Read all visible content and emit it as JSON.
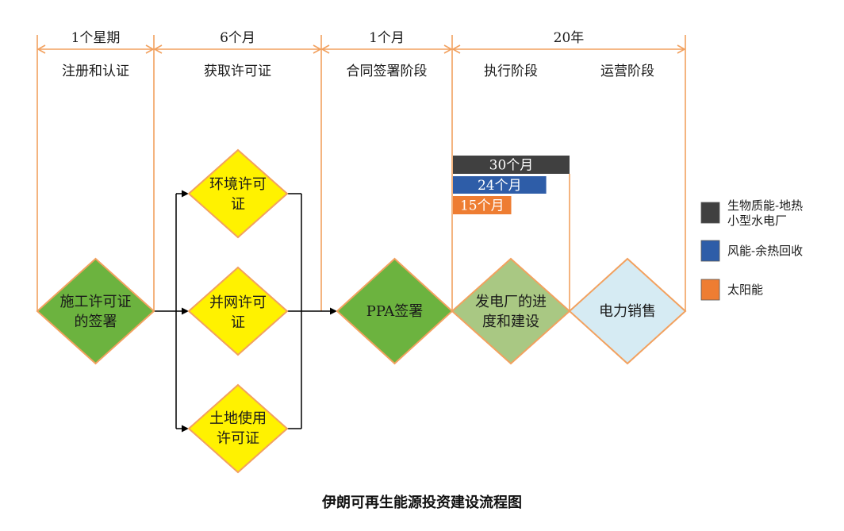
{
  "timeline": {
    "durations": [
      {
        "label": "1个星期"
      },
      {
        "label": "6个月"
      },
      {
        "label": "1个月"
      },
      {
        "label": "20年"
      }
    ],
    "phases": [
      {
        "label": "注册和认证"
      },
      {
        "label": "获取许可证"
      },
      {
        "label": "合同签署阶段"
      },
      {
        "label": "执行阶段"
      },
      {
        "label": "运营阶段"
      }
    ]
  },
  "nodes": {
    "construction_permit": {
      "lines": [
        "施工许可证",
        "的签署"
      ],
      "color": "#6cb33f"
    },
    "environment_permit": {
      "lines": [
        "环境许可",
        "证"
      ],
      "color": "#fff200"
    },
    "grid_permit": {
      "lines": [
        "并网许可",
        "证"
      ],
      "color": "#fff200"
    },
    "land_permit": {
      "lines": [
        "土地使用",
        "许可证"
      ],
      "color": "#fff200"
    },
    "ppa_signing": {
      "lines": [
        "PPA签署"
      ],
      "color": "#6cb33f"
    },
    "plant_construction": {
      "lines": [
        "发电厂的进",
        "度和建设"
      ],
      "color": "#a9c883"
    },
    "power_sales": {
      "lines": [
        "电力销售"
      ],
      "color": "#d6ebf3"
    }
  },
  "duration_bars": [
    {
      "label": "30个月",
      "months": 30,
      "color": "#404040"
    },
    {
      "label": "24个月",
      "months": 24,
      "color": "#2e5da8"
    },
    {
      "label": "15个月",
      "months": 15,
      "color": "#ee7d32"
    }
  ],
  "legend": [
    {
      "lines": [
        "生物质能-地热",
        "小型水电厂"
      ],
      "color": "#404040"
    },
    {
      "lines": [
        "风能-余热回收"
      ],
      "color": "#2e5da8"
    },
    {
      "lines": [
        "太阳能"
      ],
      "color": "#ee7d32"
    }
  ],
  "caption": "伊朗可再生能源投资建设流程图",
  "colors": {
    "timeline": "#f2a15f",
    "node_border": "#f2a15f",
    "connector": "#000000"
  }
}
